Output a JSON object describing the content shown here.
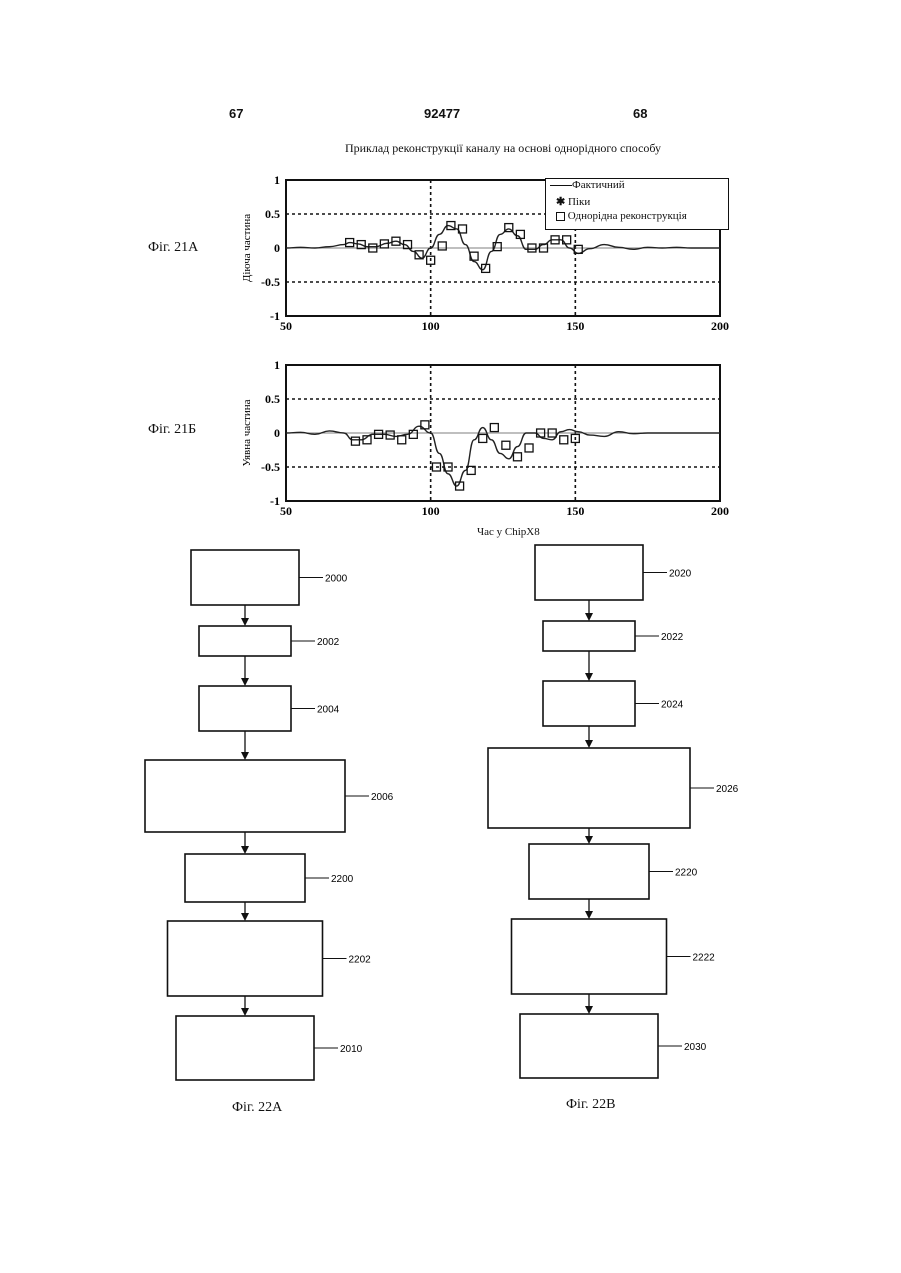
{
  "header": {
    "page_left": "67",
    "patent_number": "92477",
    "page_right": "68"
  },
  "figure21": {
    "title": "Приклад реконструкції каналу на основі однорідного способу",
    "xlabel": "Час у ChipX8"
  },
  "chart_data": [
    {
      "type": "line",
      "figure_label": "Фіг. 21А",
      "title": "",
      "xlabel": "",
      "ylabel": "Діюча частина",
      "xlim": [
        50,
        200
      ],
      "ylim": [
        -1,
        1
      ],
      "xticks": [
        "50",
        "100",
        "150",
        "200"
      ],
      "yticks": [
        "1",
        "0.5",
        "0",
        "-0.5",
        "-1"
      ],
      "grid": "dashed at x=100,150 and y=0.5,-0.5",
      "legend_position": "top-right",
      "legend": [
        "Фактичний",
        "Піки",
        "Однорідна реконструкція"
      ],
      "actual": {
        "name": "Фактичний",
        "x": [
          50,
          55,
          60,
          65,
          70,
          72,
          75,
          78,
          81,
          85,
          88,
          91,
          94,
          97,
          100,
          103,
          106,
          109,
          112,
          115,
          118,
          121,
          124,
          127,
          130,
          133,
          136,
          139,
          142,
          145,
          148,
          151,
          155,
          160,
          165,
          170,
          175,
          180,
          185,
          190,
          195,
          200
        ],
        "y": [
          0,
          0.01,
          0,
          0.02,
          0.05,
          0.08,
          0.06,
          0.02,
          0.02,
          0.07,
          0.1,
          0.05,
          -0.05,
          -0.15,
          0.0,
          0.2,
          0.33,
          0.28,
          0.05,
          -0.2,
          -0.32,
          -0.05,
          0.2,
          0.28,
          0.18,
          -0.02,
          -0.02,
          0.05,
          0.12,
          0.12,
          0.0,
          -0.08,
          -0.01,
          0.05,
          0.01,
          -0.02,
          0.01,
          0,
          0.01,
          0,
          0,
          0
        ]
      },
      "reconstruction": {
        "name": "Однорідна реконструкція",
        "x": [
          72,
          76,
          80,
          84,
          88,
          92,
          96,
          100,
          104,
          107,
          111,
          115,
          119,
          123,
          127,
          131,
          135,
          139,
          143,
          147,
          151
        ],
        "y": [
          0.08,
          0.05,
          0.0,
          0.06,
          0.1,
          0.05,
          -0.1,
          -0.18,
          0.03,
          0.33,
          0.28,
          -0.12,
          -0.3,
          0.02,
          0.3,
          0.2,
          0.0,
          0.0,
          0.12,
          0.12,
          -0.02
        ]
      }
    },
    {
      "type": "line",
      "figure_label": "Фіг. 21Б",
      "title": "",
      "xlabel": "",
      "ylabel": "Уявна частина",
      "xlim": [
        50,
        200
      ],
      "ylim": [
        -1,
        1
      ],
      "xticks": [
        "50",
        "100",
        "150",
        "200"
      ],
      "yticks": [
        "1",
        "0.5",
        "0",
        "-0.5",
        "-1"
      ],
      "grid": "dashed at x=100,150 and y=0.5,-0.5",
      "actual": {
        "name": "Фактичний",
        "x": [
          50,
          55,
          60,
          65,
          70,
          73,
          76,
          80,
          84,
          88,
          92,
          96,
          100,
          103,
          106,
          109,
          112,
          115,
          118,
          121,
          124,
          127,
          130,
          133,
          136,
          139,
          142,
          145,
          148,
          151,
          155,
          160,
          165,
          170,
          175,
          180,
          190,
          200
        ],
        "y": [
          0,
          0.01,
          -0.02,
          0.03,
          0.0,
          -0.1,
          -0.1,
          -0.02,
          -0.02,
          -0.05,
          -0.02,
          0.1,
          0.0,
          -0.3,
          -0.6,
          -0.78,
          -0.55,
          -0.1,
          0.08,
          -0.1,
          -0.3,
          -0.38,
          -0.2,
          0.0,
          0.0,
          -0.08,
          -0.1,
          0.02,
          0.05,
          0.02,
          -0.03,
          -0.05,
          0.02,
          -0.01,
          0,
          0,
          0,
          0
        ]
      },
      "reconstruction": {
        "name": "Однорідна реконструкція",
        "x": [
          74,
          78,
          82,
          86,
          90,
          94,
          98,
          102,
          106,
          110,
          114,
          118,
          122,
          126,
          130,
          134,
          138,
          142,
          146,
          150
        ],
        "y": [
          -0.12,
          -0.1,
          -0.02,
          -0.03,
          -0.1,
          -0.02,
          0.12,
          -0.5,
          -0.5,
          -0.78,
          -0.55,
          -0.08,
          0.08,
          -0.18,
          -0.35,
          -0.22,
          0.0,
          0.0,
          -0.1,
          -0.08
        ]
      }
    }
  ],
  "fig22a": {
    "caption": "Фіг. 22А",
    "labels": [
      "2000",
      "2002",
      "2004",
      "2006",
      "2200",
      "2202",
      "2010"
    ]
  },
  "fig22b": {
    "caption": "Фіг. 22В",
    "labels": [
      "2020",
      "2022",
      "2024",
      "2026",
      "2220",
      "2222",
      "2030"
    ]
  }
}
